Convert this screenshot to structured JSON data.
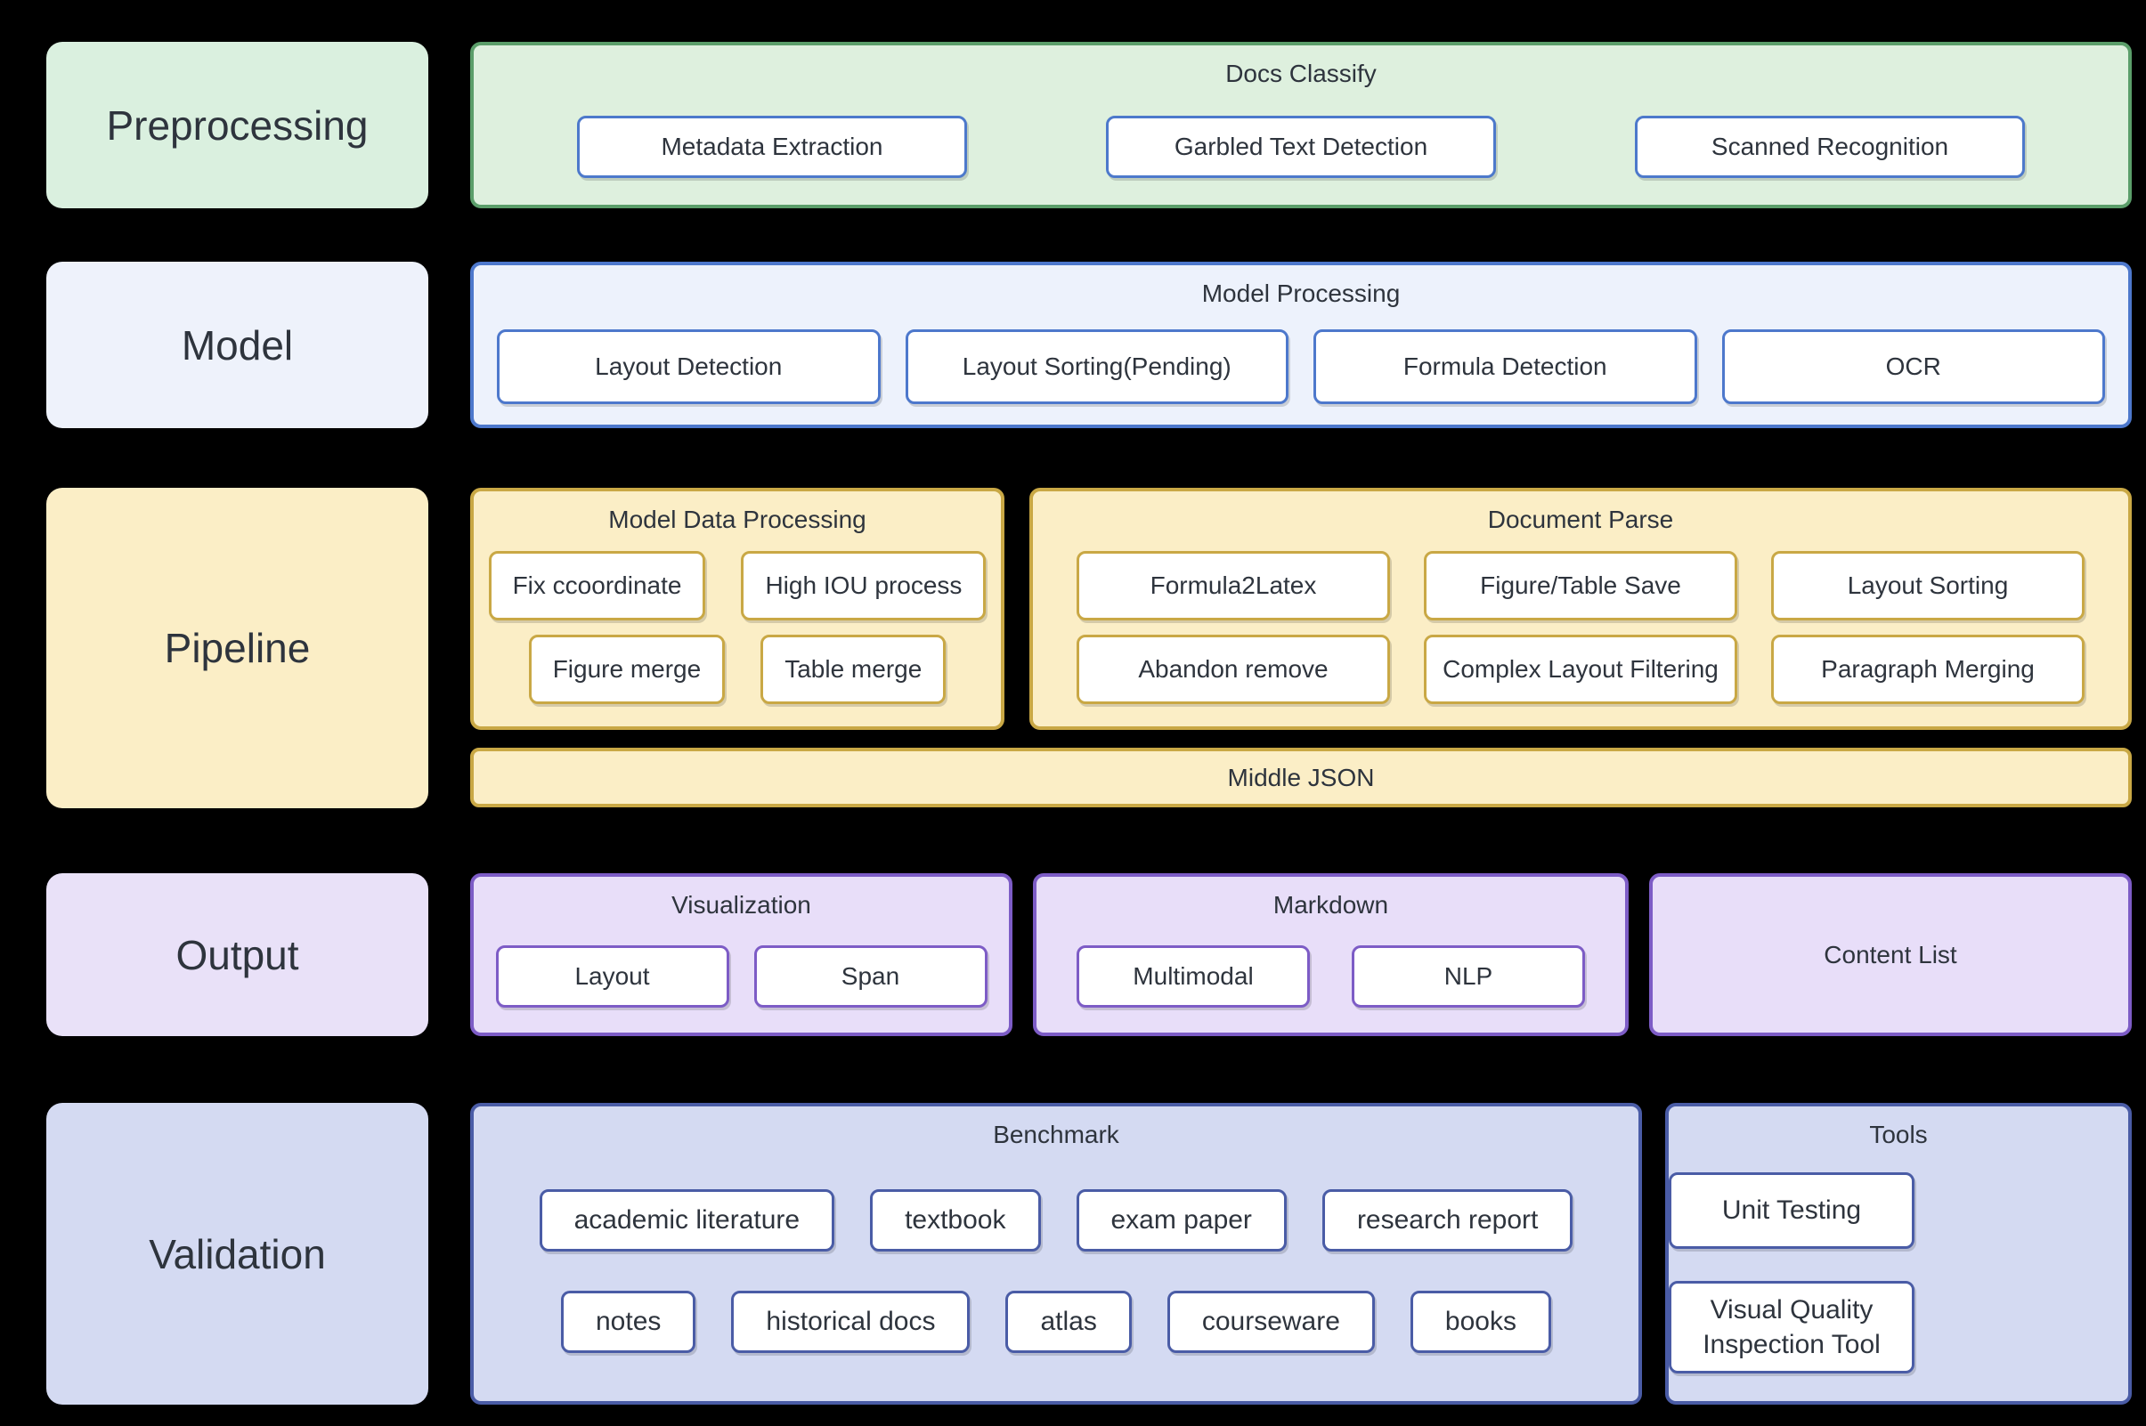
{
  "page_bg": "#000000",
  "text_color": "#2e343d",
  "chip_bg": "#ffffff",
  "diagram": {
    "rows": [
      {
        "stage": "Preprocessing",
        "colors": {
          "label_bg": "#daf0df",
          "group_bg": "#def0de",
          "group_border": "#5b9e6a",
          "chip_border": "#4d79cb"
        },
        "groups": [
          {
            "title": "Docs Classify",
            "items": [
              "Metadata Extraction",
              "Garbled Text Detection",
              "Scanned Recognition"
            ]
          }
        ]
      },
      {
        "stage": "Model",
        "colors": {
          "label_bg": "#eef2fb",
          "group_bg": "#edf2fc",
          "group_border": "#4d78cc",
          "chip_border": "#4d78cc"
        },
        "groups": [
          {
            "title": "Model Processing",
            "items": [
              "Layout Detection",
              "Layout Sorting(Pending)",
              "Formula Detection",
              "OCR"
            ]
          }
        ]
      },
      {
        "stage": "Pipeline",
        "colors": {
          "label_bg": "#fbeec6",
          "group_bg": "#fbeec6",
          "group_border": "#c9a845",
          "chip_border": "#c9a845"
        },
        "groups": [
          {
            "title": "Model Data Processing",
            "rows": [
              [
                "Fix ccoordinate",
                "High IOU process"
              ],
              [
                "Figure merge",
                "Table merge"
              ]
            ]
          },
          {
            "title": "Document Parse",
            "rows": [
              [
                "Formula2Latex",
                "Figure/Table Save",
                "Layout Sorting"
              ],
              [
                "Abandon remove",
                "Complex Layout Filtering",
                "Paragraph Merging"
              ]
            ]
          }
        ],
        "bar": "Middle JSON"
      },
      {
        "stage": "Output",
        "colors": {
          "label_bg": "#e9e1f8",
          "group_bg": "#e8def9",
          "group_border": "#7d5cc6",
          "chip_border": "#7d5cc6"
        },
        "groups": [
          {
            "title": "Visualization",
            "items": [
              "Layout",
              "Span"
            ]
          },
          {
            "title": "Markdown",
            "items": [
              "Multimodal",
              "NLP"
            ]
          },
          {
            "title": "Content List",
            "items": []
          }
        ]
      },
      {
        "stage": "Validation",
        "colors": {
          "label_bg": "#d4daf2",
          "group_bg": "#d4daf2",
          "group_border": "#4a5ca6",
          "chip_border": "#4a5ca6"
        },
        "groups": [
          {
            "title": "Benchmark",
            "rows": [
              [
                "academic literature",
                "textbook",
                "exam paper",
                "research report"
              ],
              [
                "notes",
                "historical docs",
                "atlas",
                "courseware",
                "books"
              ]
            ]
          },
          {
            "title": "Tools",
            "rows": [
              [
                "Unit Testing"
              ],
              [
                "Visual Quality Inspection Tool"
              ]
            ]
          }
        ]
      }
    ]
  }
}
